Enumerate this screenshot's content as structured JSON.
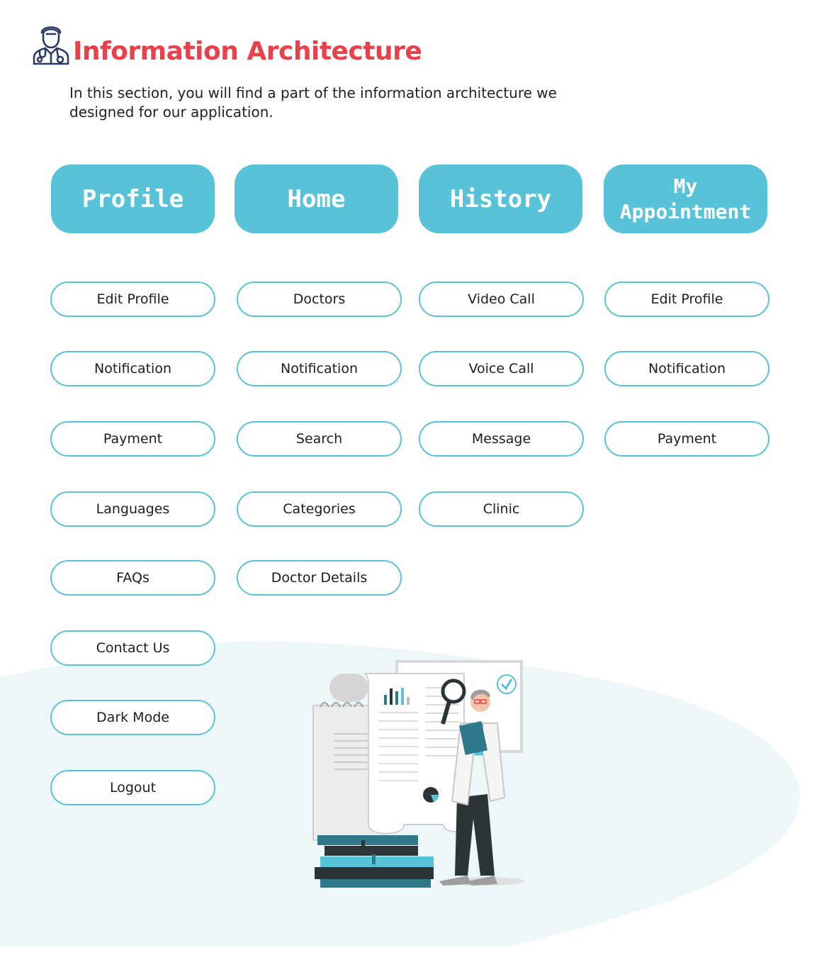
{
  "header": {
    "icon": "doctor-icon",
    "title": "Information Architecture",
    "intro": "In this section, you will find a part of the information architecture we designed for our application."
  },
  "colors": {
    "title": "#e8414b",
    "accent": "#58c2d9",
    "background_blob": "#edf7f9"
  },
  "columns": [
    {
      "title": "Profile",
      "items": [
        "Edit Profile",
        "Notification",
        "Payment",
        "Languages",
        "FAQs",
        "Contact Us",
        "Dark Mode",
        "Logout"
      ]
    },
    {
      "title": "Home",
      "items": [
        "Doctors",
        "Notification",
        "Search",
        "Categories",
        "Doctor Details"
      ]
    },
    {
      "title": "History",
      "items": [
        "Video Call",
        "Voice Call",
        "Message",
        "Clinic"
      ]
    },
    {
      "title": "My Appointment",
      "items": [
        "Edit Profile",
        "Notification",
        "Payment"
      ]
    }
  ],
  "illustration": "doctor-reviewing-documents-illustration"
}
